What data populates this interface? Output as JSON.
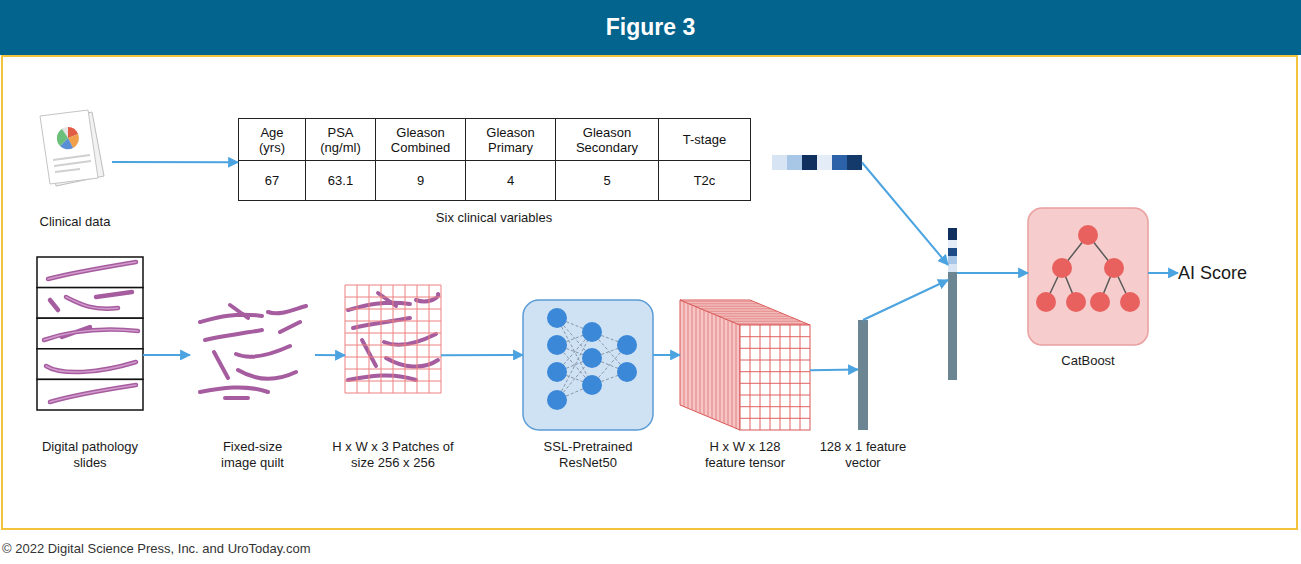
{
  "diagram": {
    "title": "Figure 3",
    "nodes": [
      {
        "text": [
          "Clinical data"
        ]
      },
      {
        "text": [
          "Six clinical variables"
        ]
      },
      {
        "text": []
      },
      {
        "text": []
      },
      {
        "text": [
          "CatBoost"
        ]
      },
      {
        "text": [
          "AI Score"
        ]
      },
      {
        "text": [
          "Digital pathology slides"
        ]
      },
      {
        "text": [
          "Fixed-size image quilt"
        ]
      },
      {
        "text": [
          "H x W x 3 Patches of size 256 x 256"
        ]
      },
      {
        "text": [
          "SSL-Pretrained ResNet50"
        ]
      },
      {
        "text": [
          "H x W x 128 feature tensor"
        ]
      },
      {
        "text": [
          "128 x 1 feature vector"
        ]
      }
    ],
    "edges": [
      {
        "from": 0,
        "to": 1,
        "arrow": "to"
      },
      {
        "from": 2,
        "to": 3,
        "arrow": "to"
      },
      {
        "from": 3,
        "to": 4,
        "arrow": "to"
      },
      {
        "from": 4,
        "to": 5,
        "arrow": "to"
      },
      {
        "from": 6,
        "to": 7,
        "arrow": "to"
      },
      {
        "from": 7,
        "to": 8,
        "arrow": "to"
      },
      {
        "from": 8,
        "to": 9,
        "arrow": "to"
      },
      {
        "from": 9,
        "to": 10,
        "arrow": "to"
      },
      {
        "from": 10,
        "to": 11,
        "arrow": "to"
      },
      {
        "from": 11,
        "to": 3,
        "arrow": "to"
      }
    ],
    "labels": [
      "Age (yrs)",
      "PSA (ng/ml)",
      "Gleason Combined",
      "Gleason Primary",
      "Gleason Secondary",
      "T-stage",
      "67",
      "63.1",
      "9",
      "4",
      "5",
      "T2c",
      "© 2022 Digital Science Press, Inc. and UroToday.com"
    ]
  }
}
